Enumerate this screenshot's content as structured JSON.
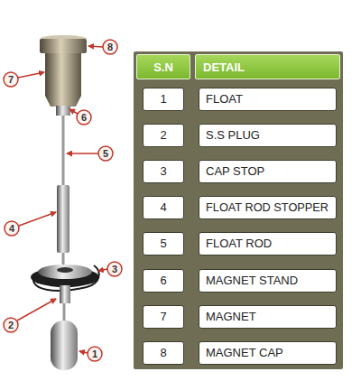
{
  "diagram": {
    "labels": [
      "1",
      "2",
      "3",
      "4",
      "5",
      "6",
      "7",
      "8",
      "S.N",
      "DETAIL",
      "1",
      "FLOAT",
      "2",
      "S.S PLUG",
      "3",
      "CAP STOP",
      "4",
      "FLOAT ROD STOPPER",
      "5",
      "FLOAT ROD",
      "6",
      "MAGNET STAND",
      "7",
      "MAGNET",
      "8",
      "MAGNET CAP"
    ]
  }
}
